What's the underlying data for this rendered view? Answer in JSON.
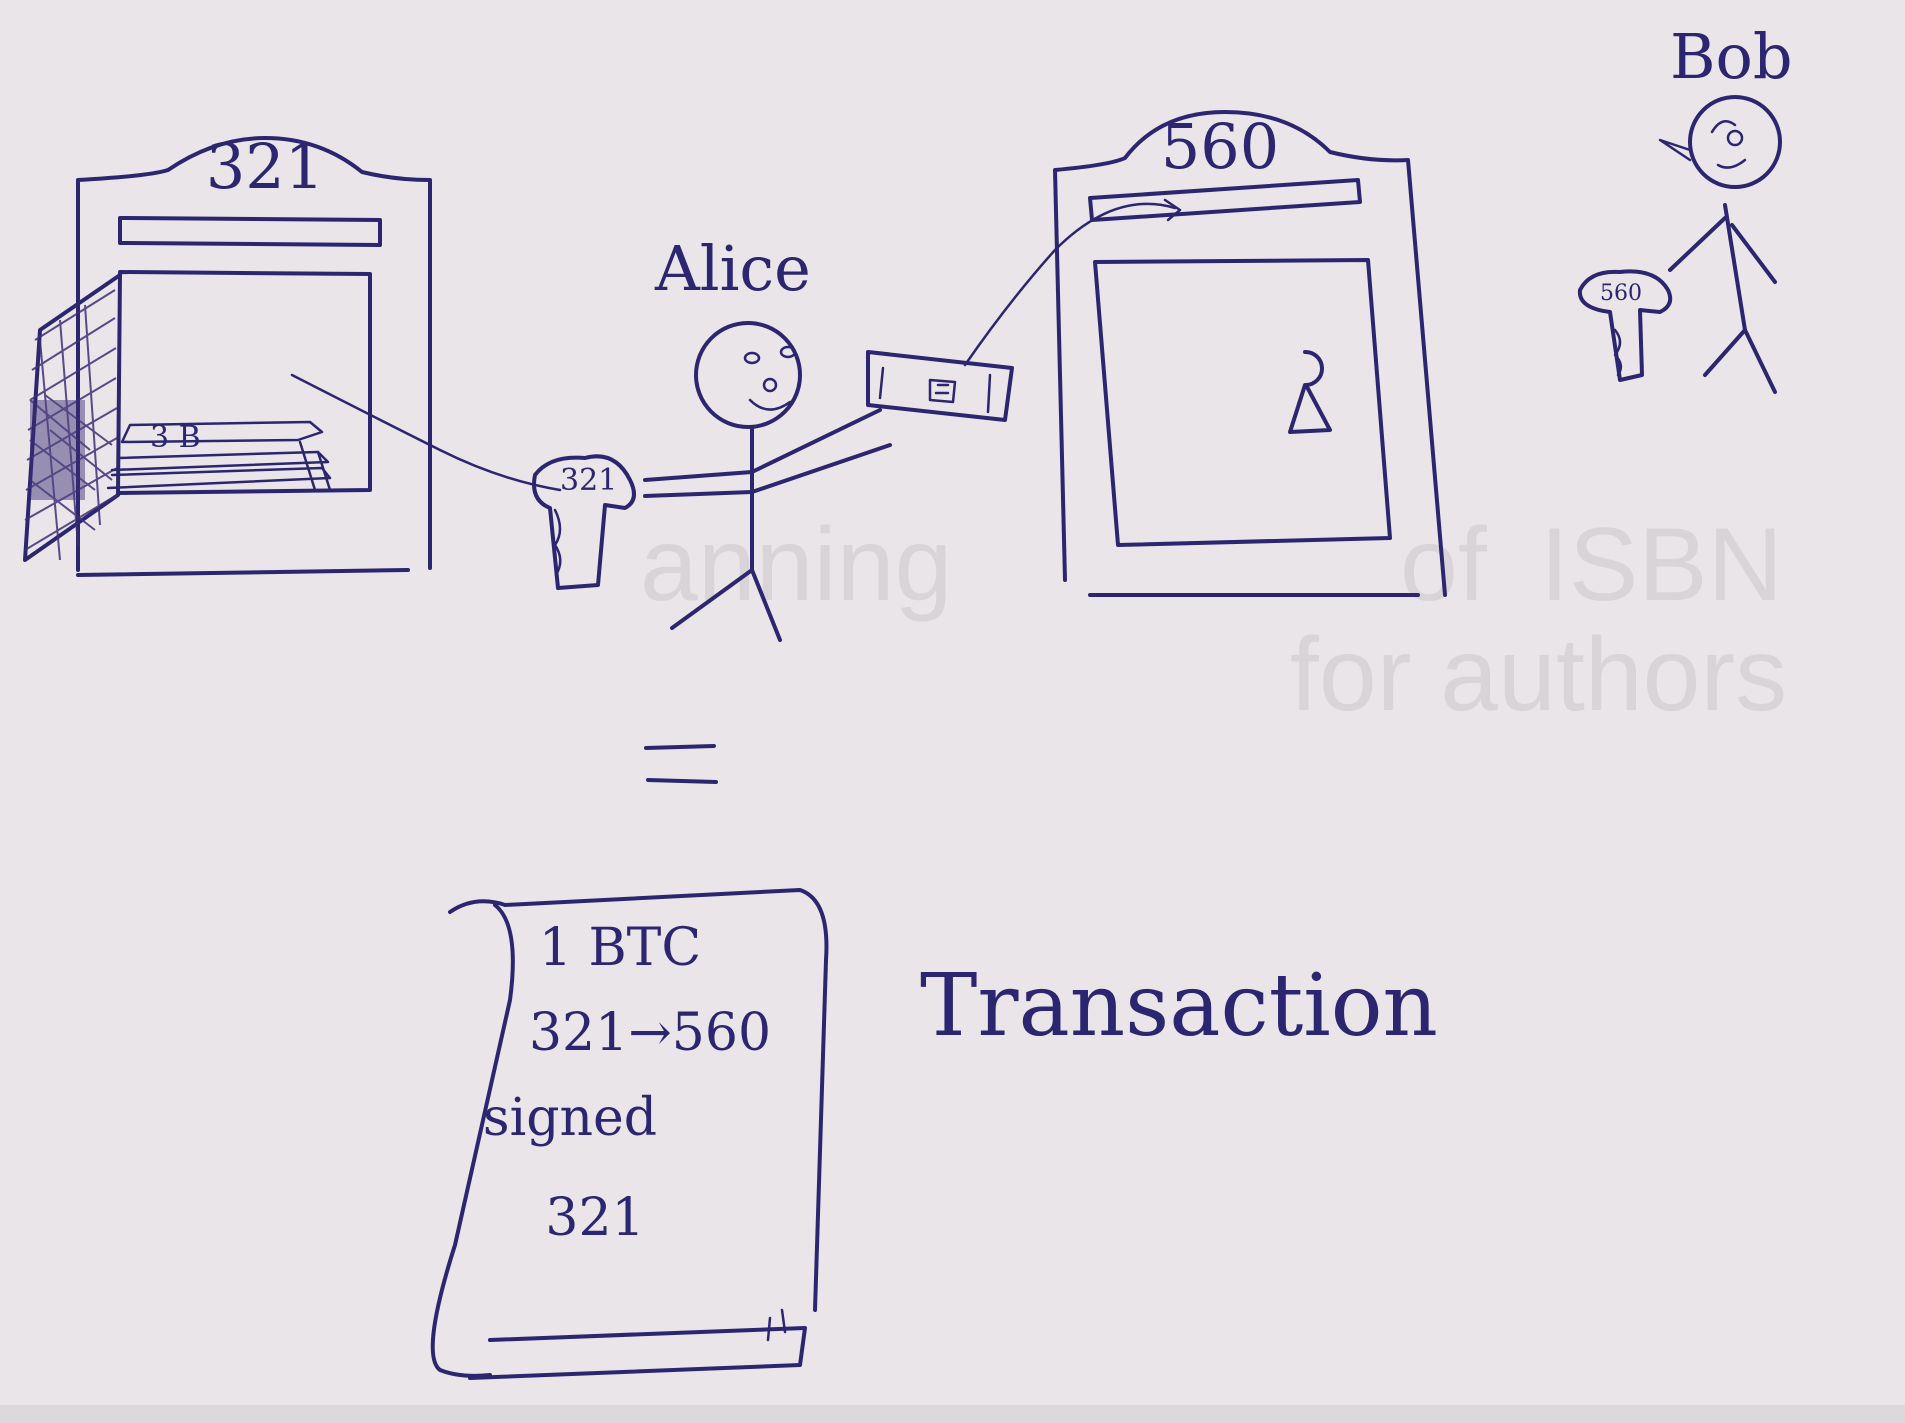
{
  "diagram": {
    "boxes": {
      "left_safe": {
        "number": "321"
      },
      "right_safe": {
        "number": "560"
      }
    },
    "people": {
      "alice": {
        "name": "Alice"
      },
      "bob": {
        "name": "Bob"
      }
    },
    "keys": {
      "alice_key": {
        "label": "321"
      },
      "bob_key": {
        "label": "560"
      }
    },
    "coins": {
      "label": "3 B"
    },
    "equals": "=",
    "scroll": {
      "line1": "1 BTC",
      "line2": "321→560",
      "line3": "signed",
      "line4": "321"
    },
    "transaction_label": "Transaction"
  },
  "colors": {
    "paper": "#e9e5e8",
    "ink": "#2c2670"
  }
}
